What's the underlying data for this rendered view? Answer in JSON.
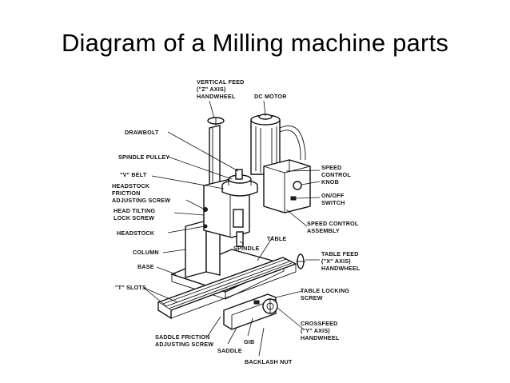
{
  "title": "Diagram of a Milling machine parts",
  "labels": {
    "vertical_feed_1": "VERTICAL FEED",
    "vertical_feed_2": "(\"Z\" AXIS)",
    "vertical_feed_3": "HANDWHEEL",
    "dc_motor": "DC MOTOR",
    "drawbolt": "DRAWBOLT",
    "spindle_pulley": "SPINDLE PULLEY",
    "v_belt": "\"V\" BELT",
    "headstock_friction_1": "HEADSTOCK",
    "headstock_friction_2": "FRICTION",
    "headstock_friction_3": "ADJUSTING SCREW",
    "head_tilting_1": "HEAD TILTING",
    "head_tilting_2": "LOCK SCREW",
    "headstock": "HEADSTOCK",
    "column": "COLUMN",
    "base": "BASE",
    "t_slots": "\"T\" SLOTS",
    "saddle_friction_1": "SADDLE FRICTION",
    "saddle_friction_2": "ADJUSTING SCREW",
    "saddle": "SADDLE",
    "gib": "GIB",
    "backlash_nut": "BACKLASH NUT",
    "speed_control_knob_1": "SPEED",
    "speed_control_knob_2": "CONTROL",
    "speed_control_knob_3": "KNOB",
    "on_off_1": "ON/OFF",
    "on_off_2": "SWITCH",
    "speed_control_assembly_1": "SPEED CONTROL",
    "speed_control_assembly_2": "ASSEMBLY",
    "table": "TABLE",
    "spindle": "SPINDLE",
    "table_feed_1": "TABLE FEED",
    "table_feed_2": "(\"X\" AXIS)",
    "table_feed_3": "HANDWHEEL",
    "table_locking_1": "TABLE LOCKING",
    "table_locking_2": "SCREW",
    "crossfeed_1": "CROSSFEED",
    "crossfeed_2": "(\"Y\" AXIS)",
    "crossfeed_3": "HANDWHEEL"
  }
}
